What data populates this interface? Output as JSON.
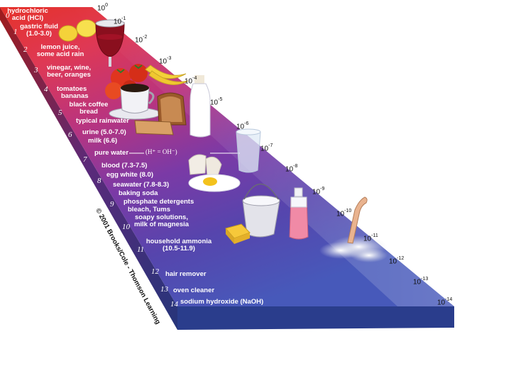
{
  "scale": {
    "numbers": [
      "0",
      "1",
      "2",
      "3",
      "4",
      "5",
      "6",
      "7",
      "8",
      "9",
      "10",
      "11",
      "12",
      "13",
      "14"
    ],
    "concentrations": [
      {
        "base": "10",
        "exp": "0"
      },
      {
        "base": "10",
        "exp": "-1"
      },
      {
        "base": "10",
        "exp": "-2"
      },
      {
        "base": "10",
        "exp": "-3"
      },
      {
        "base": "10",
        "exp": "-4"
      },
      {
        "base": "10",
        "exp": "-5"
      },
      {
        "base": "10",
        "exp": "-6"
      },
      {
        "base": "10",
        "exp": "-7"
      },
      {
        "base": "10",
        "exp": "-8"
      },
      {
        "base": "10",
        "exp": "-9"
      },
      {
        "base": "10",
        "exp": "-10"
      },
      {
        "base": "10",
        "exp": "-11"
      },
      {
        "base": "10",
        "exp": "-12"
      },
      {
        "base": "10",
        "exp": "-13"
      },
      {
        "base": "10",
        "exp": "-14"
      }
    ]
  },
  "substances": [
    {
      "l1": "hydrochloric",
      "l2": "acid (HCl)"
    },
    {
      "l1": "gastric fluid",
      "l2": "(1.0-3.0)"
    },
    {
      "l1": "lemon juice,",
      "l2": "some acid rain"
    },
    {
      "l1": "vinegar, wine,",
      "l2": "beer, oranges"
    },
    {
      "l1": "tomatoes",
      "l2": ""
    },
    {
      "l1": "bananas",
      "l2": ""
    },
    {
      "l1": "black coffee",
      "l2": "bread"
    },
    {
      "l1": "typical rainwater",
      "l2": ""
    },
    {
      "l1": "urine (5.0-7.0)",
      "l2": ""
    },
    {
      "l1": "milk (6.6)",
      "l2": ""
    },
    {
      "l1": "pure water",
      "l2": ""
    },
    {
      "l1": "blood (7.3-7.5)",
      "l2": ""
    },
    {
      "l1": "egg white (8.0)",
      "l2": ""
    },
    {
      "l1": "seawater (7.8-8.3)",
      "l2": ""
    },
    {
      "l1": "baking soda",
      "l2": ""
    },
    {
      "l1": "phosphate detergents",
      "l2": ""
    },
    {
      "l1": "bleach, Tums",
      "l2": ""
    },
    {
      "l1": "soapy solutions,",
      "l2": "milk of magnesia"
    },
    {
      "l1": "household ammonia",
      "l2": "(10.5-11.9)"
    },
    {
      "l1": "hair remover",
      "l2": ""
    },
    {
      "l1": "oven cleaner",
      "l2": ""
    },
    {
      "l1": "sodium hydroxide (NaOH)",
      "l2": ""
    }
  ],
  "water_equation": "(H⁺ = OH⁻)",
  "copyright": "© 2001 Brooks/Cole - Thomson Learning",
  "colors": {
    "top_red": "#e8322a",
    "magenta": "#c8307a",
    "purple": "#7a3aa8",
    "blue": "#4a5ab8",
    "side_dark": "#23357e"
  }
}
